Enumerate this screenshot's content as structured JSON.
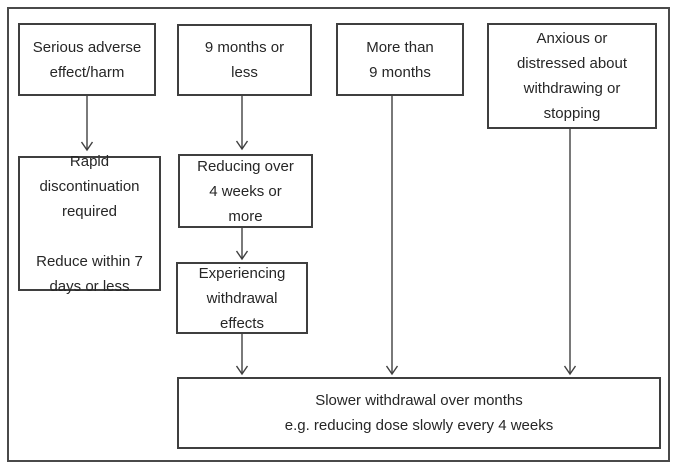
{
  "colors": {
    "outer_border": "#4a4a4a",
    "box_border": "#3f3f3f",
    "text": "#262626",
    "background": "#ffffff"
  },
  "boxes": {
    "serious_adverse": {
      "lines": [
        "Serious adverse",
        "effect/harm"
      ]
    },
    "nine_months_or_less": {
      "lines": [
        "9 months or",
        "less"
      ]
    },
    "more_than_nine_months": {
      "lines": [
        "More than",
        "9 months"
      ]
    },
    "anxious_distressed": {
      "lines": [
        "Anxious or",
        "distressed about",
        "withdrawing or",
        "stopping"
      ]
    },
    "rapid_discontinuation": {
      "lines": [
        "Rapid",
        "discontinuation",
        "required",
        "",
        "Reduce within 7",
        "days or less"
      ]
    },
    "reducing_over_4_weeks": {
      "lines": [
        "Reducing over",
        "4 weeks or",
        "more"
      ]
    },
    "experiencing_withdrawal": {
      "lines": [
        "Experiencing",
        "withdrawal",
        "effects"
      ]
    },
    "slower_withdrawal": {
      "lines": [
        "Slower withdrawal over months",
        "e.g. reducing dose slowly every 4 weeks"
      ]
    }
  }
}
